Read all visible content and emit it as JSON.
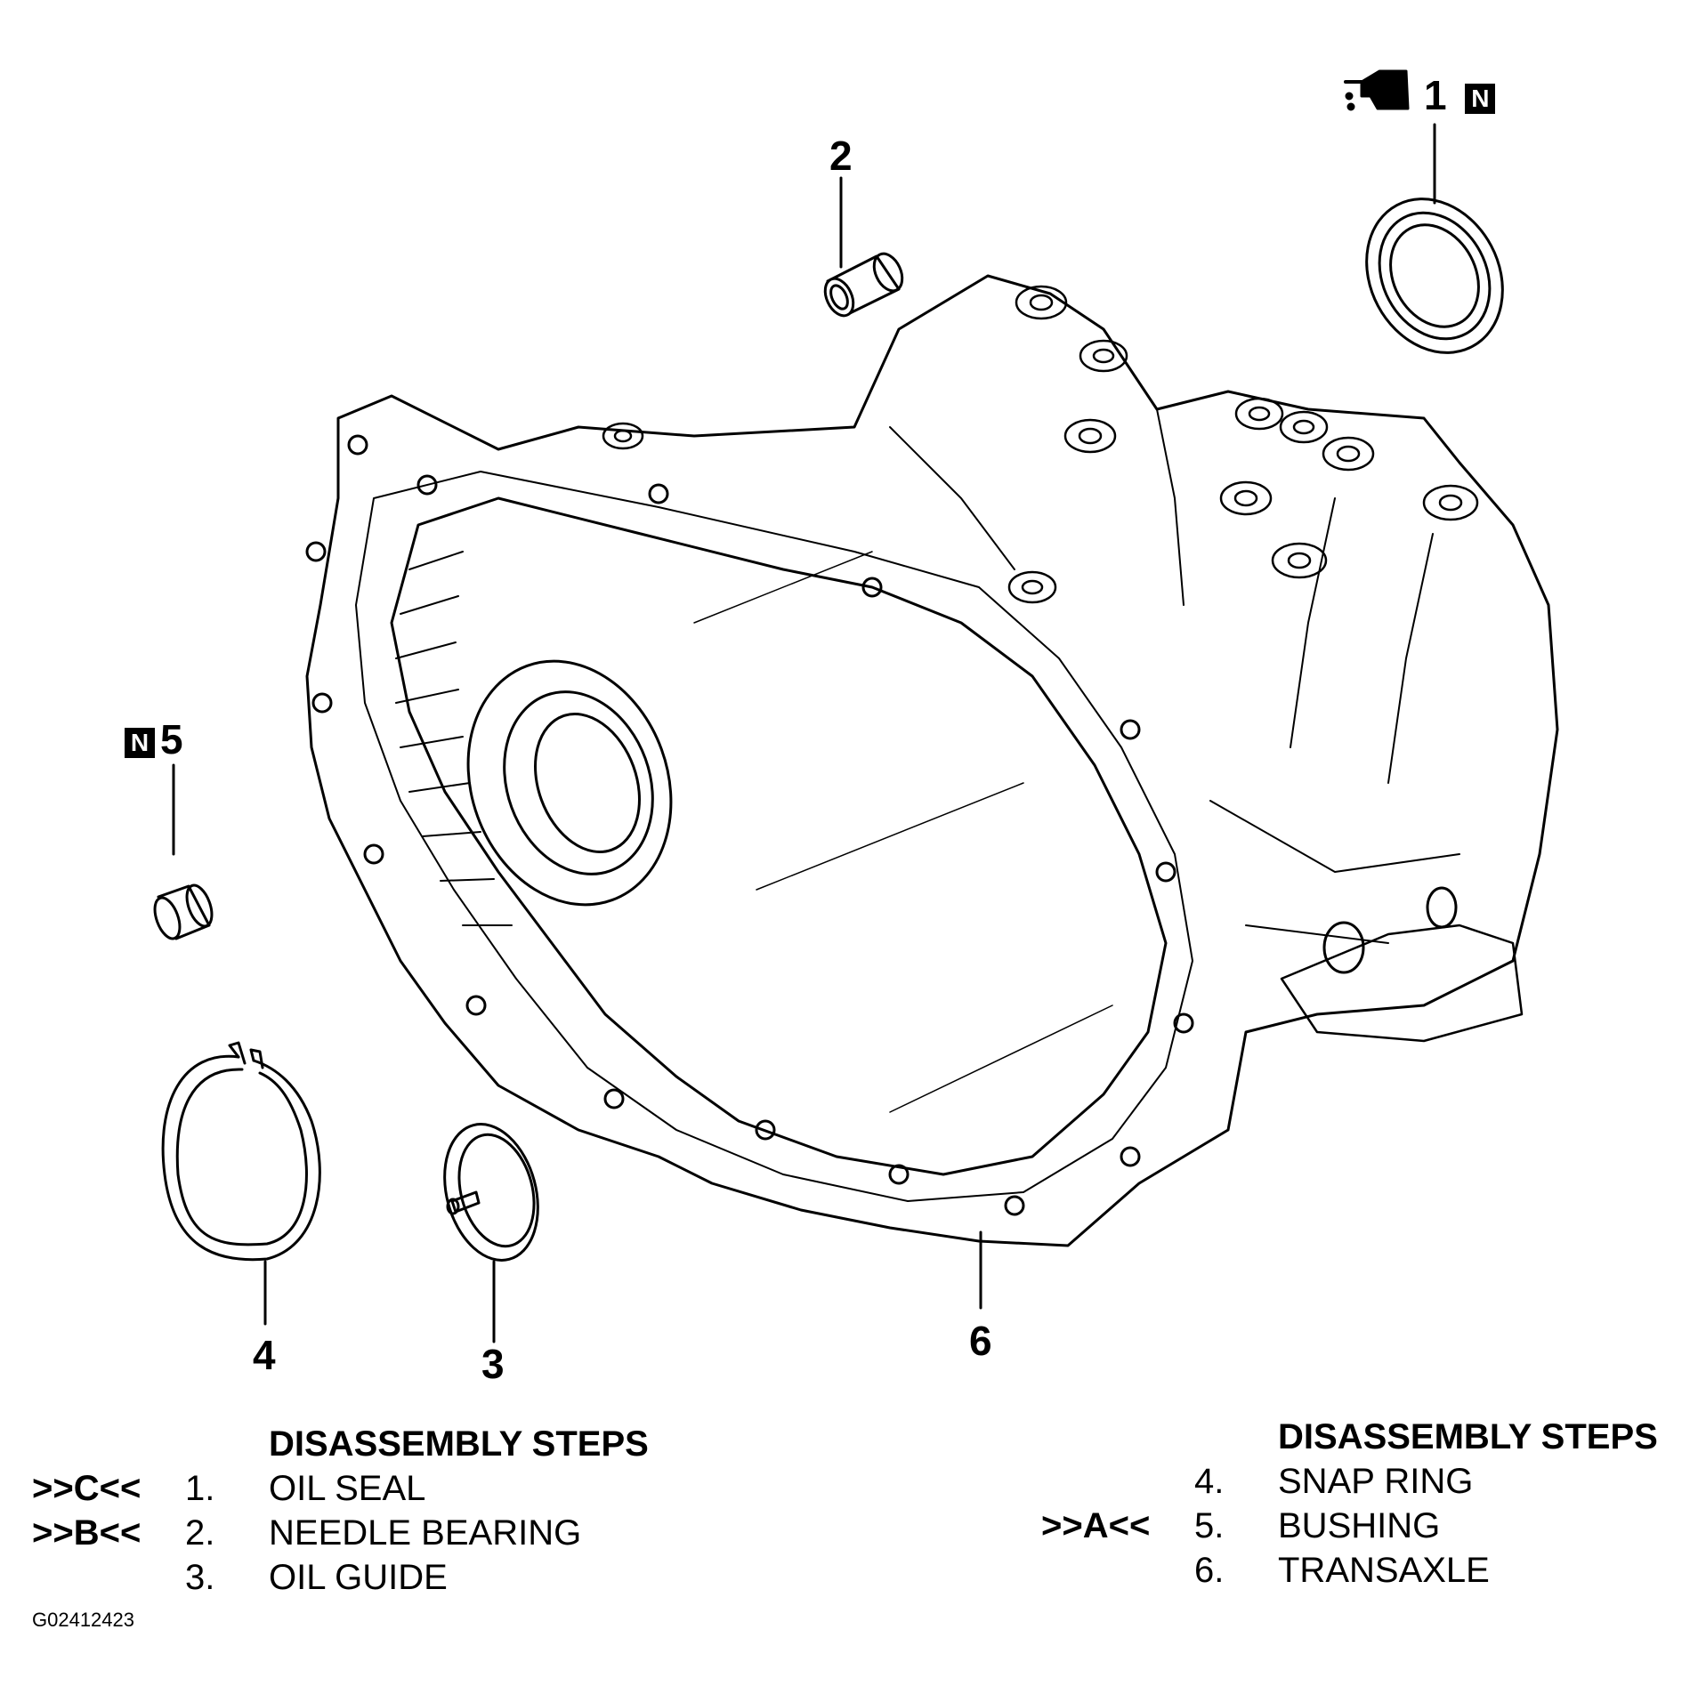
{
  "callouts": {
    "c1": "1",
    "c2": "2",
    "c3": "3",
    "c4": "4",
    "c5": "5",
    "c6": "6",
    "new_part_mark": "N"
  },
  "steps_left": {
    "header": "DISASSEMBLY STEPS",
    "rows": [
      {
        "code": ">>C<<",
        "num": "1.",
        "label": "OIL SEAL"
      },
      {
        "code": ">>B<<",
        "num": "2.",
        "label": "NEEDLE BEARING"
      },
      {
        "code": "",
        "num": "3.",
        "label": "OIL GUIDE"
      }
    ]
  },
  "steps_right": {
    "header": "DISASSEMBLY STEPS",
    "rows": [
      {
        "code": "",
        "num": "4.",
        "label": "SNAP RING"
      },
      {
        "code": ">>A<<",
        "num": "5.",
        "label": "BUSHING"
      },
      {
        "code": "",
        "num": "6.",
        "label": "TRANSAXLE"
      }
    ]
  },
  "figure_id": "G02412423",
  "icons": {
    "oil_can": "oil-can-icon",
    "new_part": "new-part-icon"
  }
}
